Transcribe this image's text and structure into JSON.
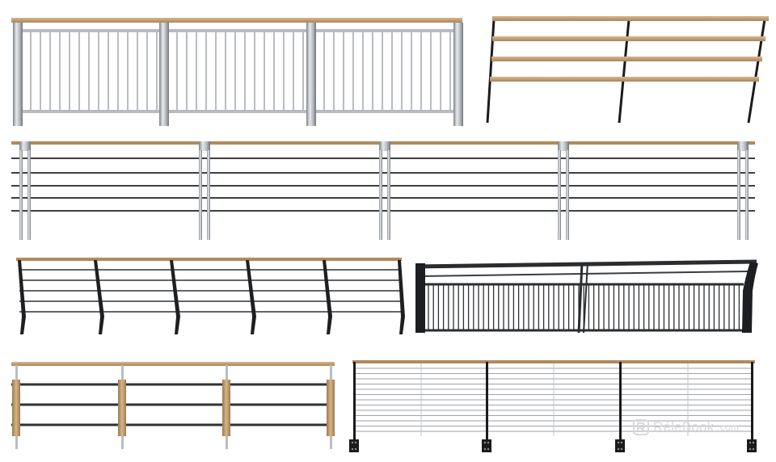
{
  "watermark": {
    "brand": "RéleBook",
    "suffix": ".com"
  },
  "colors": {
    "wood": "#c9a57e",
    "wood_dark": "#a8865f",
    "steel": "#c8ccd2",
    "steel_dark": "#8c9198",
    "black": "#1b1b1b",
    "cable": "#5a5d62"
  },
  "items": [
    {
      "name": "railing-steel-posts-wood-handrail-vertical-balusters"
    },
    {
      "name": "railing-black-posts-three-wood-rails"
    },
    {
      "name": "railing-steel-posts-horizontal-bars"
    },
    {
      "name": "railing-angled-black-posts-horizontal-cables"
    },
    {
      "name": "railing-black-frame-curved-ends-vertical-balusters"
    },
    {
      "name": "railing-wood-sleeve-posts-horizontal-bars"
    },
    {
      "name": "railing-black-posts-wood-handrail-thin-cables"
    }
  ]
}
